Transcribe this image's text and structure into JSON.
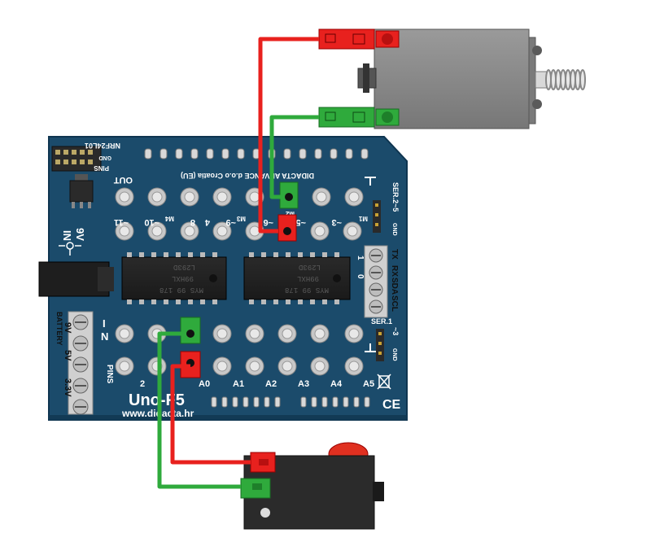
{
  "board": {
    "name": "Uno-F5",
    "website": "www.didacta.hr",
    "top_text": "DIDACTA ADVANCE d.o.o Croatia (EU)",
    "nrf_label": "NRF24L01",
    "gnd_label": "GND",
    "pins_label": "PINS",
    "out_label": "OUT",
    "in_label": "IN",
    "pins_side": "PINS",
    "power_in": "9V",
    "power_in2": "IN",
    "battery": "BATTERY",
    "nine_v": "9V",
    "five_v": "5V",
    "three_v": "3.3V",
    "ser2": "SER.2",
    "ser2_pin": "~5",
    "ser1": "SER.1",
    "ser1_pin": "~3",
    "gnd_right": "GND",
    "gnd_right2": "GND",
    "m1": "M1",
    "m2": "M2",
    "m3": "M3",
    "m4": "M4",
    "out_pins": [
      "~11",
      "~10",
      "8",
      "4",
      "~9",
      "~6",
      "~5",
      "~3"
    ],
    "analog_pins": [
      "2",
      "A0",
      "A1",
      "A2",
      "A3",
      "A4",
      "A5"
    ],
    "tx": "TX",
    "rx": "RX",
    "sda": "SDA",
    "scl": "SCL",
    "zero": "0",
    "one": "1",
    "chip1_lines": [
      "L293D",
      "99HXL",
      "MYS 99 178"
    ],
    "chip2_lines": [
      "L293D",
      "99HXL",
      "MYS 99 178"
    ],
    "ce_mark": "CE"
  },
  "colors": {
    "board": "#1b4b6b",
    "wire_red": "#e8211e",
    "wire_green": "#2faa3c",
    "actuator": "#888888",
    "switch_body": "#2b2b2b",
    "switch_button": "#e03020"
  }
}
